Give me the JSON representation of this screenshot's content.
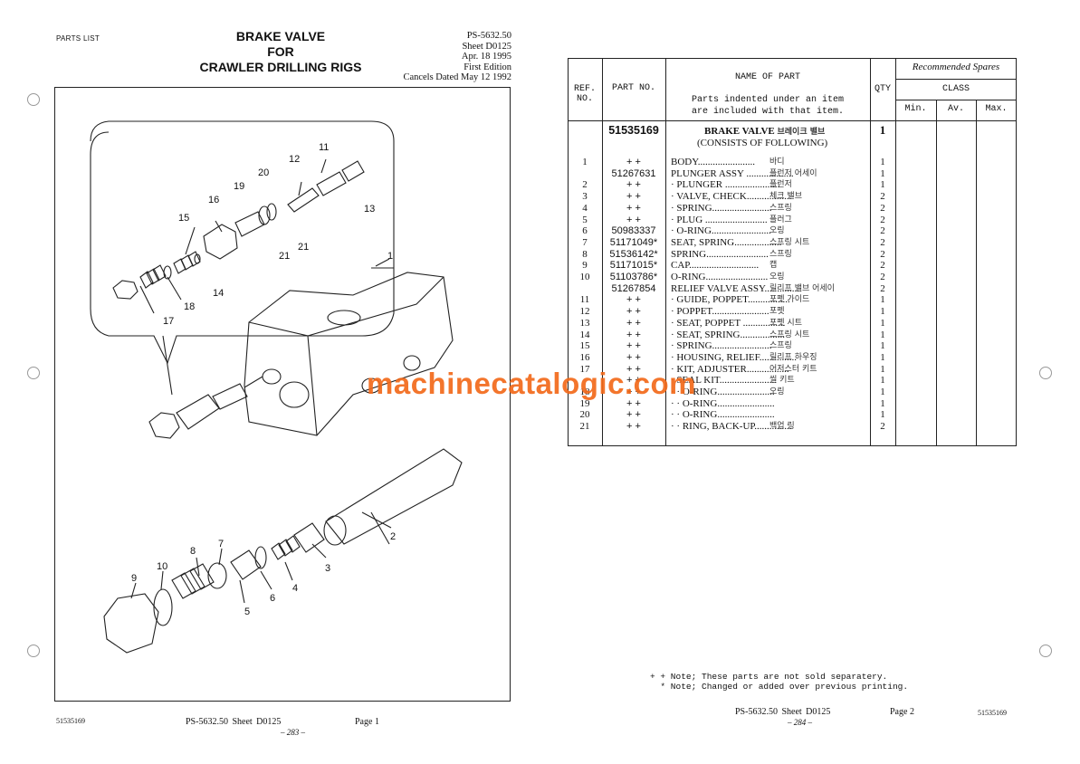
{
  "left_page": {
    "parts_list_label": "PARTS LIST",
    "title_lines": [
      "BRAKE VALVE",
      "FOR",
      "CRAWLER DRILLING RIGS"
    ],
    "ref_lines": [
      "PS-5632.50",
      "Sheet D0125",
      "Apr. 18 1995",
      "First Edition",
      "Cancels Dated  May 12 1992"
    ],
    "callouts": [
      "1",
      "2",
      "3",
      "4",
      "5",
      "6",
      "7",
      "8",
      "9",
      "10",
      "11",
      "12",
      "13",
      "14",
      "15",
      "16",
      "17",
      "18",
      "19",
      "20",
      "21",
      "21"
    ],
    "footer": {
      "part_number": "51535169",
      "ps_sheet": "PS-5632.50   Sheet D0125",
      "page": "Page 1",
      "page_num": "– 283 –"
    }
  },
  "right_page": {
    "headers": {
      "ref_no": [
        "REF.",
        "NO."
      ],
      "part_no": "PART NO.",
      "name_of_part": "NAME OF PART",
      "name_note": [
        "Parts indented under an item",
        "are included with that item."
      ],
      "qty": "QTY",
      "recommended": "Recommended Spares",
      "class": "CLASS",
      "min": "Min.",
      "av": "Av.",
      "max": "Max."
    },
    "assembly": {
      "part_no": "51535169",
      "name": "BRAKE VALVE",
      "korean": "브레이크 밸브",
      "sub": "(CONSISTS OF FOLLOWING)",
      "qty": "1"
    },
    "rows": [
      {
        "ref": "1",
        "part": "+  +",
        "name": "BODY.......................",
        "kor": "바디",
        "qty": "1"
      },
      {
        "ref": "",
        "part": "51267631",
        "name": "PLUNGER ASSY ...................",
        "kor": "플런저 어세이",
        "qty": "1"
      },
      {
        "ref": "2",
        "part": "+  +",
        "name": "· PLUNGER ......................",
        "kor": "플런저",
        "qty": "1"
      },
      {
        "ref": "3",
        "part": "+  +",
        "name": "· VALVE, CHECK..................",
        "kor": "체크 밸브",
        "qty": "2"
      },
      {
        "ref": "4",
        "part": "+  +",
        "name": "· SPRING........................",
        "kor": "스프링",
        "qty": "2"
      },
      {
        "ref": "5",
        "part": "+  +",
        "name": "· PLUG .........................",
        "kor": "플러그",
        "qty": "2"
      },
      {
        "ref": "6",
        "part": "50983337",
        "name": "· O-RING........................",
        "kor": "오링",
        "qty": "2"
      },
      {
        "ref": "7",
        "part": "51171049*",
        "name": "SEAT, SPRING...................",
        "kor": "스프링 시트",
        "qty": "2"
      },
      {
        "ref": "8",
        "part": "51536142*",
        "name": "SPRING.........................",
        "kor": "스프링",
        "qty": "2"
      },
      {
        "ref": "9",
        "part": "51171015*",
        "name": "CAP............................",
        "kor": "캡",
        "qty": "2"
      },
      {
        "ref": "10",
        "part": "51103786*",
        "name": "O-RING.........................",
        "kor": "오링",
        "qty": "2"
      },
      {
        "ref": "",
        "part": "51267854",
        "name": "RELIEF VALVE ASSY...............",
        "kor": "릴리프 밸브 어세이",
        "qty": "2"
      },
      {
        "ref": "11",
        "part": "+  +",
        "name": "· GUIDE, POPPET.................",
        "kor": "포펫 가이드",
        "qty": "1"
      },
      {
        "ref": "12",
        "part": "+  +",
        "name": "· POPPET.......................",
        "kor": "포펫",
        "qty": "1"
      },
      {
        "ref": "13",
        "part": "+  +",
        "name": "· SEAT, POPPET .................",
        "kor": "포펫 시트",
        "qty": "1"
      },
      {
        "ref": "14",
        "part": "+  +",
        "name": "· SEAT, SPRING..................",
        "kor": "스프링 시트",
        "qty": "1"
      },
      {
        "ref": "15",
        "part": "+  +",
        "name": "· SPRING........................",
        "kor": "스프링",
        "qty": "1"
      },
      {
        "ref": "16",
        "part": "+  +",
        "name": "· HOUSING, RELIEF...............",
        "kor": "릴리프 하우징",
        "qty": "1"
      },
      {
        "ref": "17",
        "part": "+  +",
        "name": "· KIT, ADJUSTER.................",
        "kor": "어저스터 키트",
        "qty": "1"
      },
      {
        "ref": "",
        "part": "+  +",
        "name": "· SEAL KIT.......................",
        "kor": "씰 키트",
        "qty": "1"
      },
      {
        "ref": "18",
        "part": "+  +",
        "name": "· · O-RING.......................",
        "kor": "오링",
        "qty": "1"
      },
      {
        "ref": "19",
        "part": "+  +",
        "name": "· · O-RING.......................",
        "kor": "",
        "qty": "1"
      },
      {
        "ref": "20",
        "part": "+  +",
        "name": "· · O-RING.......................",
        "kor": "",
        "qty": "1"
      },
      {
        "ref": "21",
        "part": "+  +",
        "name": "· · RING, BACK-UP...............",
        "kor": "백업 링",
        "qty": "2"
      }
    ],
    "notes": [
      "+ + Note; These parts are not sold separatery.",
      "  * Note; Changed or added over previous printing."
    ],
    "footer": {
      "ps_sheet": "PS-5632.50   Sheet D0125",
      "page": "Page 2",
      "page_num": "– 284 –",
      "part_number": "51535169"
    }
  },
  "watermark": "machinecatalogic.com",
  "colors": {
    "ink": "#111111",
    "watermark": "#f26a1b"
  }
}
